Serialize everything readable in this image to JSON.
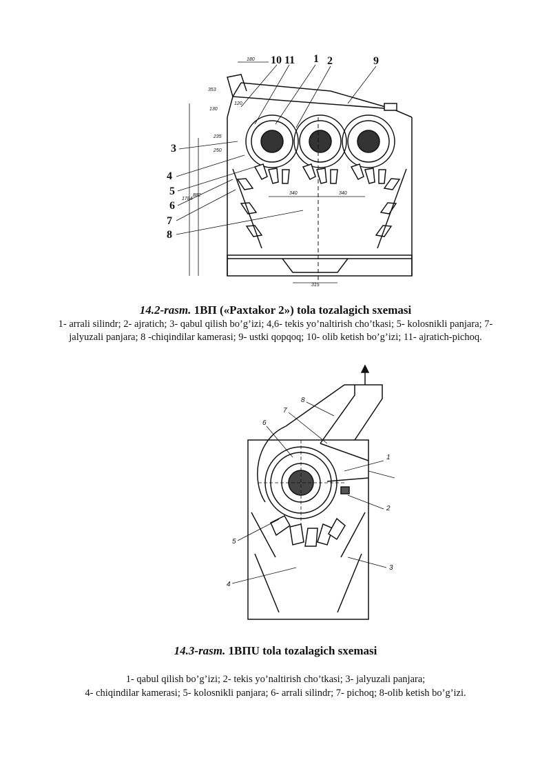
{
  "figure1": {
    "labels": [
      "10",
      "11",
      "1",
      "2",
      "9",
      "3",
      "4",
      "5",
      "6",
      "7",
      "8"
    ],
    "dims": [
      "180",
      "353",
      "130",
      "120",
      "235",
      "250",
      "1784",
      "882",
      "340",
      "340",
      "315"
    ],
    "caption_number": "14.2-rasm.",
    "caption_title": " 1ВП («Paxtakor 2») tola tozalagich sxemasi",
    "caption_text": "1- arrali silindr; 2- ajratich; 3- qabul qilish bo’g’izi; 4,6- tekis yo’naltirish cho’tkasi; 5- kolosnikli panjara; 7- jalyuzali panjara; 8 -chiqindilar kamerasi; 9- ustki qopqoq; 10- olib ketish bo’g’izi; 11- ajratich-pichoq."
  },
  "figure2": {
    "labels": [
      "8",
      "7",
      "6",
      "1",
      "2",
      "5",
      "4",
      "3"
    ],
    "caption_number": "14.3-rasm.",
    "caption_title": " 1ВПU tola tozalagich sxemasi",
    "caption_text_line1": "1- qabul qilish bo’g’izi; 2- tekis yo’naltirish cho’tkasi; 3- jalyuzali panjara;",
    "caption_text_line2": "4- chiqindilar kamerasi; 5- kolosnikli panjara; 6- arrali silindr; 7- pichoq;  8-olib ketish bo’g’izi."
  }
}
